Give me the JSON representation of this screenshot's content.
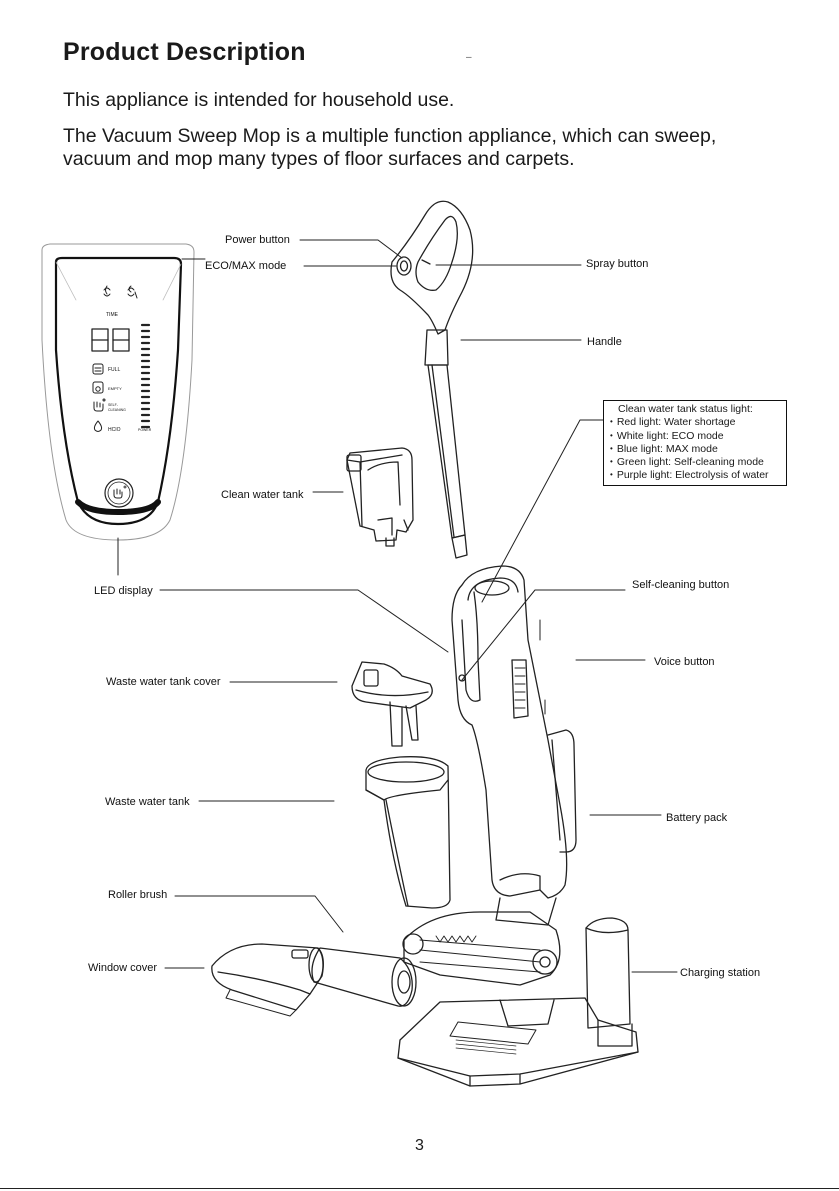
{
  "header": {
    "title": "Product Description",
    "dash": "–"
  },
  "intro": {
    "line1": "This appliance is intended for household use.",
    "line2a": "The Vacuum Sweep Mop is a multiple function appliance, which can sweep,",
    "line2b": "vacuum and mop many types of floor surfaces and carpets."
  },
  "labels": {
    "power_button": "Power button",
    "eco_max_mode": "ECO/MAX mode",
    "spray_button": "Spray button",
    "handle": "Handle",
    "clean_water_tank": "Clean water tank",
    "led_display": "LED display",
    "self_cleaning_button": "Self-cleaning button",
    "voice_button": "Voice button",
    "waste_water_tank_cover": "Waste water tank cover",
    "waste_water_tank": "Waste water tank",
    "battery_pack": "Battery pack",
    "roller_brush": "Roller brush",
    "window_cover": "Window cover",
    "charging_station": "Charging station"
  },
  "status_lights": {
    "header": "Clean water tank status light:",
    "items": [
      "Red light: Water shortage",
      "White light: ECO mode",
      "Blue light: MAX mode",
      "Green light: Self-cleaning mode",
      "Purple light: Electrolysis of water"
    ]
  },
  "led_panel": {
    "time": "TIME",
    "digits": "88",
    "full": "FULL",
    "empty": "EMPTY",
    "self_cleaning_1": "SELF-",
    "self_cleaning_2": "CLEANING",
    "hcio": "HCIO",
    "power": "POWER"
  },
  "footer": {
    "page_number": "3"
  }
}
